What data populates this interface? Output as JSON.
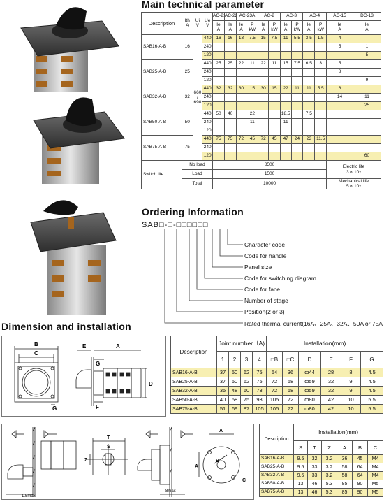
{
  "section_titles": {
    "main": "Main technical parameter",
    "ordering": "Ordering Information",
    "dimension": "Dimension and installation"
  },
  "main_table": {
    "headers": {
      "description": "Description",
      "ith": "Ith",
      "ith_unit": "A",
      "ui": "Ui",
      "ui_unit": "V",
      "ue": "Ue",
      "ue_unit": "V",
      "categories": [
        "AC-21A",
        "AC-22A",
        "AC-23A",
        "AC-2",
        "AC-3",
        "AC-4",
        "AC-15",
        "DC-13"
      ],
      "ie": "Ie",
      "a": "A",
      "p": "P",
      "kw": "kW"
    },
    "ui_value": "660\n/\n690",
    "models": [
      {
        "name": "SAB16-A-B",
        "ith": "16",
        "rows": [
          {
            "ue": "440",
            "v": [
              "16",
              "16",
              "13",
              "7.5",
              "15",
              "7.5",
              "11",
              "5.5",
              "3.5",
              "1.5",
              "4",
              ""
            ]
          },
          {
            "ue": "240",
            "v": [
              "",
              "",
              "",
              "",
              "",
              "",
              "",
              "",
              "",
              "",
              "5",
              "1"
            ]
          },
          {
            "ue": "120",
            "v": [
              "",
              "",
              "",
              "",
              "",
              "",
              "",
              "",
              "",
              "",
              "",
              "5"
            ]
          }
        ]
      },
      {
        "name": "SAB25-A-B",
        "ith": "25",
        "rows": [
          {
            "ue": "440",
            "v": [
              "25",
              "25",
              "22",
              "11",
              "22",
              "11",
              "15",
              "7.5",
              "6.5",
              "3",
              "5",
              ""
            ]
          },
          {
            "ue": "240",
            "v": [
              "",
              "",
              "",
              "",
              "",
              "",
              "",
              "",
              "",
              "",
              "8",
              ""
            ]
          },
          {
            "ue": "120",
            "v": [
              "",
              "",
              "",
              "",
              "",
              "",
              "",
              "",
              "",
              "",
              "",
              "9"
            ]
          }
        ]
      },
      {
        "name": "SAB32-A-B",
        "ith": "32",
        "rows": [
          {
            "ue": "440",
            "v": [
              "32",
              "32",
              "30",
              "15",
              "30",
              "15",
              "22",
              "11",
              "11",
              "5.5",
              "6",
              ""
            ]
          },
          {
            "ue": "240",
            "v": [
              "",
              "",
              "",
              "",
              "",
              "",
              "",
              "",
              "",
              "",
              "14",
              "11"
            ]
          },
          {
            "ue": "120",
            "v": [
              "",
              "",
              "",
              "",
              "",
              "",
              "",
              "",
              "",
              "",
              "",
              "25"
            ]
          }
        ]
      },
      {
        "name": "SAB50-A-B",
        "ith": "50",
        "rows": [
          {
            "ue": "440",
            "v": [
              "50",
              "40",
              "",
              "22",
              "",
              "",
              "18.5",
              "",
              "7.5",
              "",
              "",
              ""
            ]
          },
          {
            "ue": "240",
            "v": [
              "",
              "",
              "",
              "11",
              "",
              "",
              "11",
              "",
              "",
              "",
              "",
              ""
            ]
          },
          {
            "ue": "120",
            "v": [
              "",
              "",
              "",
              "",
              "",
              "",
              "",
              "",
              "",
              "",
              "",
              ""
            ]
          }
        ]
      },
      {
        "name": "SAB75-A-B",
        "ith": "75",
        "rows": [
          {
            "ue": "440",
            "v": [
              "75",
              "75",
              "72",
              "45",
              "72",
              "45",
              "47",
              "24",
              "23",
              "11.5",
              "",
              ""
            ]
          },
          {
            "ue": "240",
            "v": [
              "",
              "",
              "",
              "",
              "",
              "",
              "",
              "",
              "",
              "",
              "",
              ""
            ]
          },
          {
            "ue": "120",
            "v": [
              "",
              "",
              "",
              "",
              "",
              "",
              "",
              "",
              "",
              "",
              "",
              "60"
            ]
          }
        ]
      }
    ],
    "switch_life": {
      "label": "Switch life",
      "rows": [
        {
          "label": "No load",
          "value": "8500"
        },
        {
          "label": "Load",
          "value": "1500"
        },
        {
          "label": "Total",
          "value": "10000"
        }
      ],
      "electric": "Electric life",
      "electric_value": "3 × 10⁴",
      "mechanical": "Mechanical life",
      "mechanical_value": "5 × 10⁴"
    }
  },
  "ordering": {
    "code": "SAB□-□-□□□□□□",
    "items": [
      "Character code",
      "Code for handle",
      "Panel size",
      "Code for switching diagram",
      "Code for face",
      "Number of stage",
      "Position(2 or 3)",
      "Rated thermal current(16A、25A、32A、50A or 75A )"
    ]
  },
  "dim_table": {
    "description": "Description",
    "joint_number": "Joint number（A)",
    "installation": "Installation(mm)",
    "sub_headers": [
      "1",
      "2",
      "3",
      "4",
      "□B",
      "□C",
      "D",
      "E",
      "F",
      "G"
    ],
    "rows": [
      {
        "name": "SAB16-A-B",
        "v": [
          "37",
          "50",
          "62",
          "75",
          "54",
          "36",
          "ф44",
          "28",
          "8",
          "4.5"
        ]
      },
      {
        "name": "SAB25-A-B",
        "v": [
          "37",
          "50",
          "62",
          "75",
          "72",
          "58",
          "ф59",
          "32",
          "9",
          "4.5"
        ]
      },
      {
        "name": "SAB32-A-B",
        "v": [
          "35",
          "48",
          "60",
          "73",
          "72",
          "58",
          "ф59",
          "32",
          "9",
          "4.5"
        ]
      },
      {
        "name": "SAB50-A-B",
        "v": [
          "40",
          "58",
          "75",
          "93",
          "105",
          "72",
          "ф80",
          "42",
          "10",
          "5.5"
        ]
      },
      {
        "name": "SAB75-A-B",
        "v": [
          "51",
          "69",
          "87",
          "105",
          "105",
          "72",
          "ф80",
          "42",
          "10",
          "5.5"
        ]
      }
    ]
  },
  "inst_table": {
    "description": "Description",
    "installation": "Installation(mm)",
    "sub_headers": [
      "S",
      "T",
      "Z",
      "A",
      "B",
      "C"
    ],
    "rows": [
      {
        "name": "SAB16-A-B",
        "v": [
          "9.5",
          "32",
          "3.2",
          "36",
          "45",
          "M4"
        ]
      },
      {
        "name": "SAB25-A-B",
        "v": [
          "9.5",
          "33",
          "3.2",
          "58",
          "64",
          "M4"
        ]
      },
      {
        "name": "SAB32-A-B",
        "v": [
          "9.5",
          "33",
          "3.2",
          "58",
          "64",
          "M4"
        ]
      },
      {
        "name": "SAB50-A-B",
        "v": [
          "13",
          "46",
          "5.3",
          "85",
          "90",
          "M5"
        ]
      },
      {
        "name": "SAB75-A-B",
        "v": [
          "13",
          "46",
          "5.3",
          "85",
          "90",
          "M5"
        ]
      }
    ]
  },
  "drawing_labels": {
    "front": [
      "B",
      "C",
      "G"
    ],
    "side": [
      "E",
      "A",
      "G",
      "F",
      "D"
    ],
    "mount1": [
      "1.5max"
    ],
    "mount2": [
      "T",
      "S",
      "Z"
    ],
    "mount3": [
      "8max"
    ],
    "mount4": [
      "A",
      "B",
      "A",
      "C"
    ]
  }
}
